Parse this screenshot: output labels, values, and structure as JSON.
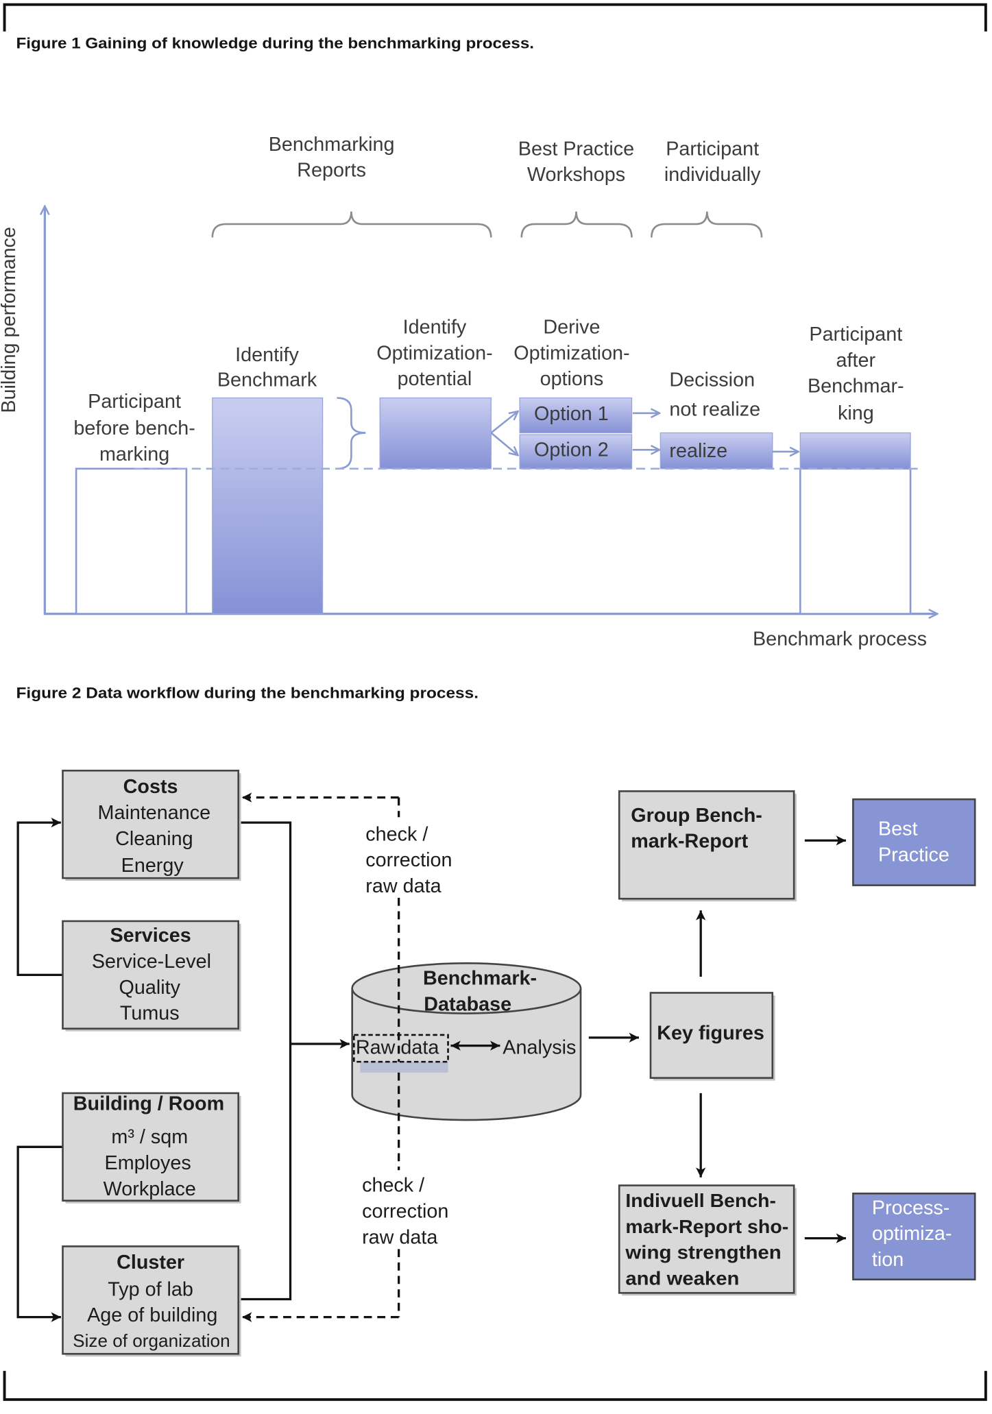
{
  "figure1": {
    "caption": "Figure 1 Gaining of knowledge during the benchmarking process.",
    "y_axis_label": "Building performance",
    "x_axis_label": "Benchmark process",
    "groups": {
      "benchmarking_reports": [
        "Benchmarking",
        "Reports"
      ],
      "best_practice_workshops": [
        "Best Practice",
        "Workshops"
      ],
      "participant_individually": [
        "Participant",
        "individually"
      ]
    },
    "steps": {
      "participant_before": [
        "Participant",
        "before bench-",
        "marking"
      ],
      "identify_benchmark": [
        "Identify",
        "Benchmark"
      ],
      "identify_potential": [
        "Identify",
        "Optimization-",
        "potential"
      ],
      "derive_options": [
        "Derive",
        "Optimization-",
        "options"
      ],
      "option_1": "Option 1",
      "option_2": "Option 2",
      "decision": [
        "Decission",
        "not realize"
      ],
      "realize": "realize",
      "participant_after": [
        "Participant",
        "after",
        "Benchmar-",
        "king"
      ]
    }
  },
  "figure2": {
    "caption": "Figure 2 Data workflow during the benchmarking process.",
    "inputs": {
      "costs": {
        "title": "Costs",
        "items": [
          "Maintenance",
          "Cleaning",
          "Energy"
        ]
      },
      "services": {
        "title": "Services",
        "items": [
          "Service-Level",
          "Quality",
          "Tumus"
        ]
      },
      "building_room": {
        "title": "Building / Room",
        "items": [
          "m³ / sqm",
          "Employes",
          "Workplace"
        ]
      },
      "cluster": {
        "title": "Cluster",
        "items": [
          "Typ of lab",
          "Age of building",
          "Size of organization"
        ]
      }
    },
    "check_correction_top": [
      "check /",
      "correction",
      "raw data"
    ],
    "check_correction_bottom": [
      "check /",
      "correction",
      "raw data"
    ],
    "database": {
      "title": [
        "Benchmark-",
        "Database"
      ],
      "raw_data": "Raw data",
      "analysis": "Analysis"
    },
    "key_figures": "Key figures",
    "group_report": [
      "Group Bench-",
      "mark-Report"
    ],
    "best_practice": [
      "Best",
      "Practice"
    ],
    "individual_report": [
      "Indivuell Bench-",
      "mark-Report sho-",
      "wing strengthen",
      "and weaken"
    ],
    "process_optimization": [
      "Process-",
      "optimiza-",
      "tion"
    ]
  },
  "colors": {
    "diagram_blue_line": "#8a9bd0",
    "bar_gradient_light": "#c9cef0",
    "bar_gradient_dark": "#8591d6",
    "brace_gray": "#8c8c8c",
    "box_gray": "#d9d9d9",
    "output_box_blue": "#8795d4",
    "analysis_red": "#e0312d",
    "raw_data_highlight": "#b9c0d4"
  }
}
